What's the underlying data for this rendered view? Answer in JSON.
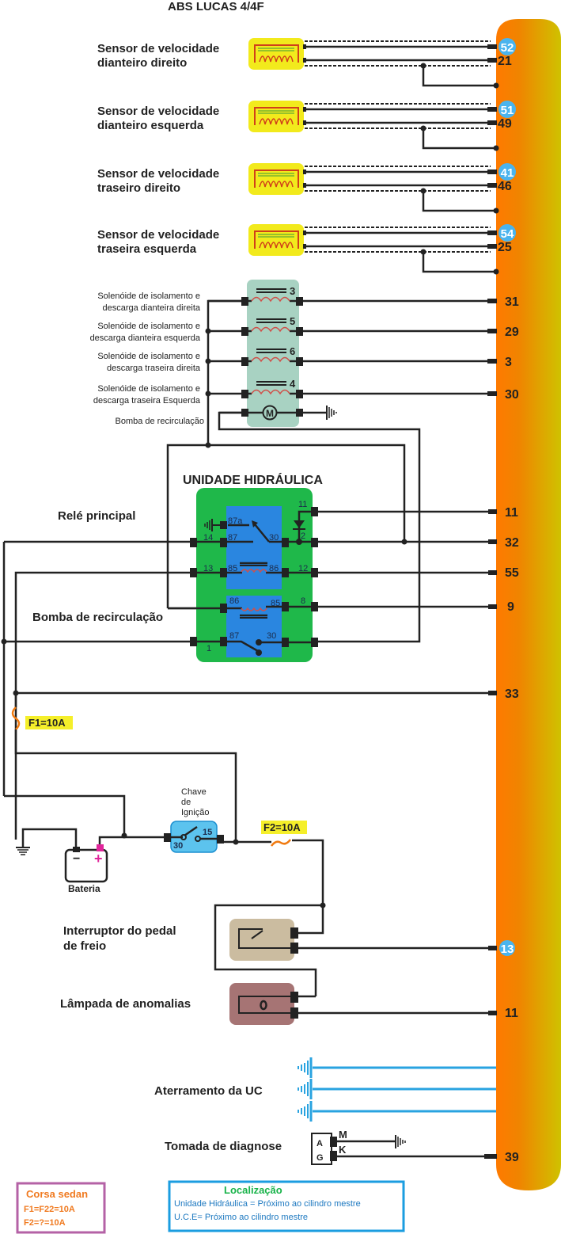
{
  "title": "ABS LUCAS 4/4F",
  "colors": {
    "ecu_gradient_start": "#ff7a00",
    "ecu_gradient_end": "#cfc200",
    "sensor_box": "#f2ea1c",
    "solenoid_box": "#a8d2c2",
    "hydraulic_unit": "#1fb84a",
    "relay_inner": "#2a86e0",
    "ignition_switch": "#5cc3ee",
    "brake_switch": "#cbbca0",
    "lamp_box": "#a67474",
    "pin_badge": "#4ab4ee",
    "fuse": "#f07a10",
    "fuse_label_bg": "#f5ef2a",
    "ground_blue": "#29a3e0",
    "corsa_border": "#b462a6",
    "corsa_text": "#f07a20",
    "location_border": "#1b9de0",
    "location_title": "#19b34a",
    "location_text": "#1c78c0"
  },
  "speed_sensors": [
    {
      "label_line1": "Sensor de velocidade",
      "label_line2": "dianteiro direito",
      "pin_signal": "52",
      "pin_return": "21"
    },
    {
      "label_line1": "Sensor de velocidade",
      "label_line2": "dianteiro esquerda",
      "pin_signal": "51",
      "pin_return": "49"
    },
    {
      "label_line1": "Sensor de velocidade",
      "label_line2": "traseiro direito",
      "pin_signal": "41",
      "pin_return": "46"
    },
    {
      "label_line1": "Sensor de velocidade",
      "label_line2": "traseira esquerda",
      "pin_signal": "54",
      "pin_return": "25"
    }
  ],
  "solenoids": [
    {
      "label_line1": "Solenóide de isolamento e",
      "label_line2": "descarga dianteira direita",
      "coil_number": "3",
      "ecu_pin": "31"
    },
    {
      "label_line1": "Solenóide de isolamento e",
      "label_line2": "descarga dianteira esquerda",
      "coil_number": "5",
      "ecu_pin": "29"
    },
    {
      "label_line1": "Solenóide de isolamento e",
      "label_line2": "descarga traseira direita",
      "coil_number": "6",
      "ecu_pin": "3"
    },
    {
      "label_line1": "Solenóide de isolamento e",
      "label_line2": "descarga traseira Esquerda",
      "coil_number": "4",
      "ecu_pin": "30"
    }
  ],
  "recirc_pump_label": "Bomba de recirculação",
  "motor_symbol": "M",
  "hydraulic_unit": {
    "title": "UNIDADE HIDRÁULICA",
    "main_relay_label": "Relé principal",
    "pump_relay_label": "Bomba de recirculação",
    "terminals": {
      "t11": "11",
      "t2": "2",
      "t14": "14",
      "t13": "13",
      "t12": "12",
      "t8": "8",
      "t1": "1",
      "r87a": "87a",
      "r87": "87",
      "r30": "30",
      "r85": "85",
      "r86": "86",
      "p86": "86",
      "p85": "85",
      "p87": "87",
      "p30": "30"
    },
    "ecu_pins": [
      "11",
      "32",
      "55",
      "9"
    ]
  },
  "ecu_pin_33": "33",
  "fuses": {
    "f1": "F1=10A",
    "f2": "F2=10A"
  },
  "battery": {
    "label": "Bateria",
    "minus": "−",
    "plus": "+"
  },
  "ignition": {
    "label_line1": "Chave",
    "label_line2": "de",
    "label_line3": "Ignição",
    "t30": "30",
    "t15": "15"
  },
  "brake_switch": {
    "label_line1": "Interruptor do pedal",
    "label_line2": "de freio",
    "ecu_pin": "13"
  },
  "warning_lamp": {
    "label": "Lâmpada de anomalias",
    "ecu_pin": "11",
    "symbol": "0"
  },
  "ground": {
    "label": "Aterramento da UC"
  },
  "diagnostic": {
    "label": "Tomada de diagnose",
    "connector_a": "A",
    "connector_g": "G",
    "pin_m": "M",
    "pin_k": "K",
    "ecu_pin": "39"
  },
  "corsa_box": {
    "title": "Corsa sedan",
    "line1": "F1=F22=10A",
    "line2": "F2=?=10A"
  },
  "location_box": {
    "title": "Localização",
    "line1": "Unidade Hidráulica = Próximo ao cilindro mestre",
    "line2": "U.C.E= Próximo ao cilindro mestre"
  }
}
